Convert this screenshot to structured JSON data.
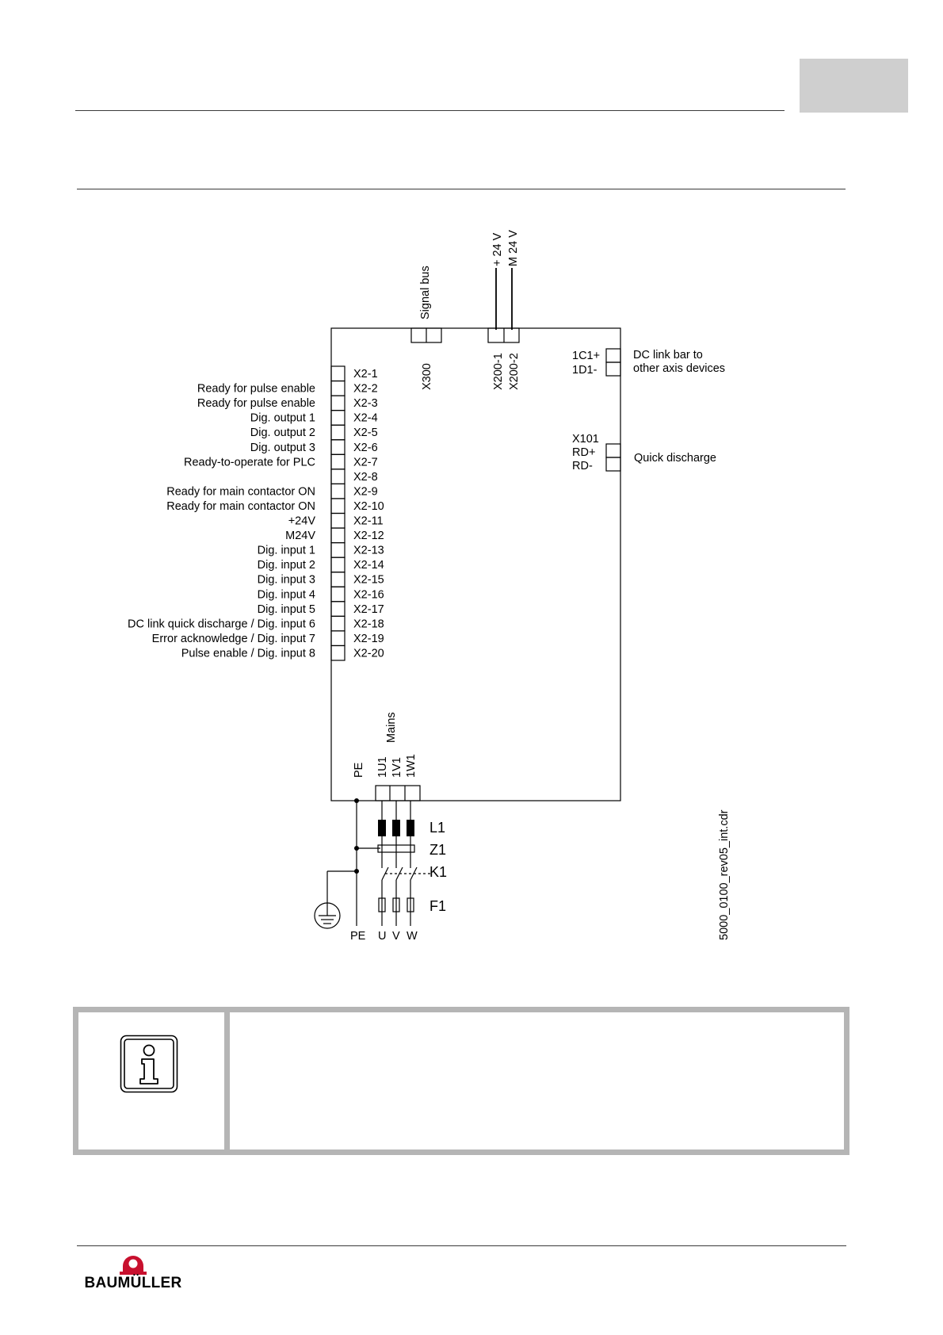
{
  "figure_id": "5000_0100_rev05_int.cdr",
  "module": {
    "signal_bus": "Signal bus",
    "x300": "X300",
    "supply_top": [
      "+ 24 V",
      "M 24 V"
    ],
    "supply_connectors": [
      "X200-1",
      "X200-2"
    ],
    "dc_link": {
      "terminals": [
        "1C1+",
        "1D1-"
      ],
      "label_lines": [
        "DC link bar to",
        "other axis devices"
      ]
    },
    "quick_discharge": {
      "terminals": [
        "X101",
        "RD+",
        "RD-"
      ],
      "label": "Quick discharge"
    }
  },
  "x2_terminals": [
    {
      "pin": "X2-1",
      "label": ""
    },
    {
      "pin": "X2-2",
      "label": "Ready for pulse enable"
    },
    {
      "pin": "X2-3",
      "label": "Ready for pulse enable"
    },
    {
      "pin": "X2-4",
      "label": "Dig. output 1"
    },
    {
      "pin": "X2-5",
      "label": "Dig. output 2"
    },
    {
      "pin": "X2-6",
      "label": "Dig. output 3"
    },
    {
      "pin": "X2-7",
      "label": "Ready-to-operate for PLC"
    },
    {
      "pin": "X2-8",
      "label": ""
    },
    {
      "pin": "X2-9",
      "label": "Ready for main contactor ON"
    },
    {
      "pin": "X2-10",
      "label": "Ready for main contactor ON"
    },
    {
      "pin": "X2-11",
      "label": "+24V"
    },
    {
      "pin": "X2-12",
      "label": "M24V"
    },
    {
      "pin": "X2-13",
      "label": "Dig. input 1"
    },
    {
      "pin": "X2-14",
      "label": "Dig. input 2"
    },
    {
      "pin": "X2-15",
      "label": "Dig. input 3"
    },
    {
      "pin": "X2-16",
      "label": "Dig. input 4"
    },
    {
      "pin": "X2-17",
      "label": "Dig. input 5"
    },
    {
      "pin": "X2-18",
      "label": "DC link quick discharge / Dig. input 6"
    },
    {
      "pin": "X2-19",
      "label": "Error acknowledge / Dig. input 7"
    },
    {
      "pin": "X2-20",
      "label": "Pulse enable / Dig. input 8"
    }
  ],
  "mains": {
    "title": "Mains",
    "pe": "PE",
    "phases": [
      "1U1",
      "1V1",
      "1W1"
    ],
    "components": [
      "L1",
      "Z1",
      "K1",
      "F1"
    ],
    "bottom_labels": [
      "PE",
      "U",
      "V",
      "W"
    ]
  },
  "logo_text": "BAUMÜLLER"
}
